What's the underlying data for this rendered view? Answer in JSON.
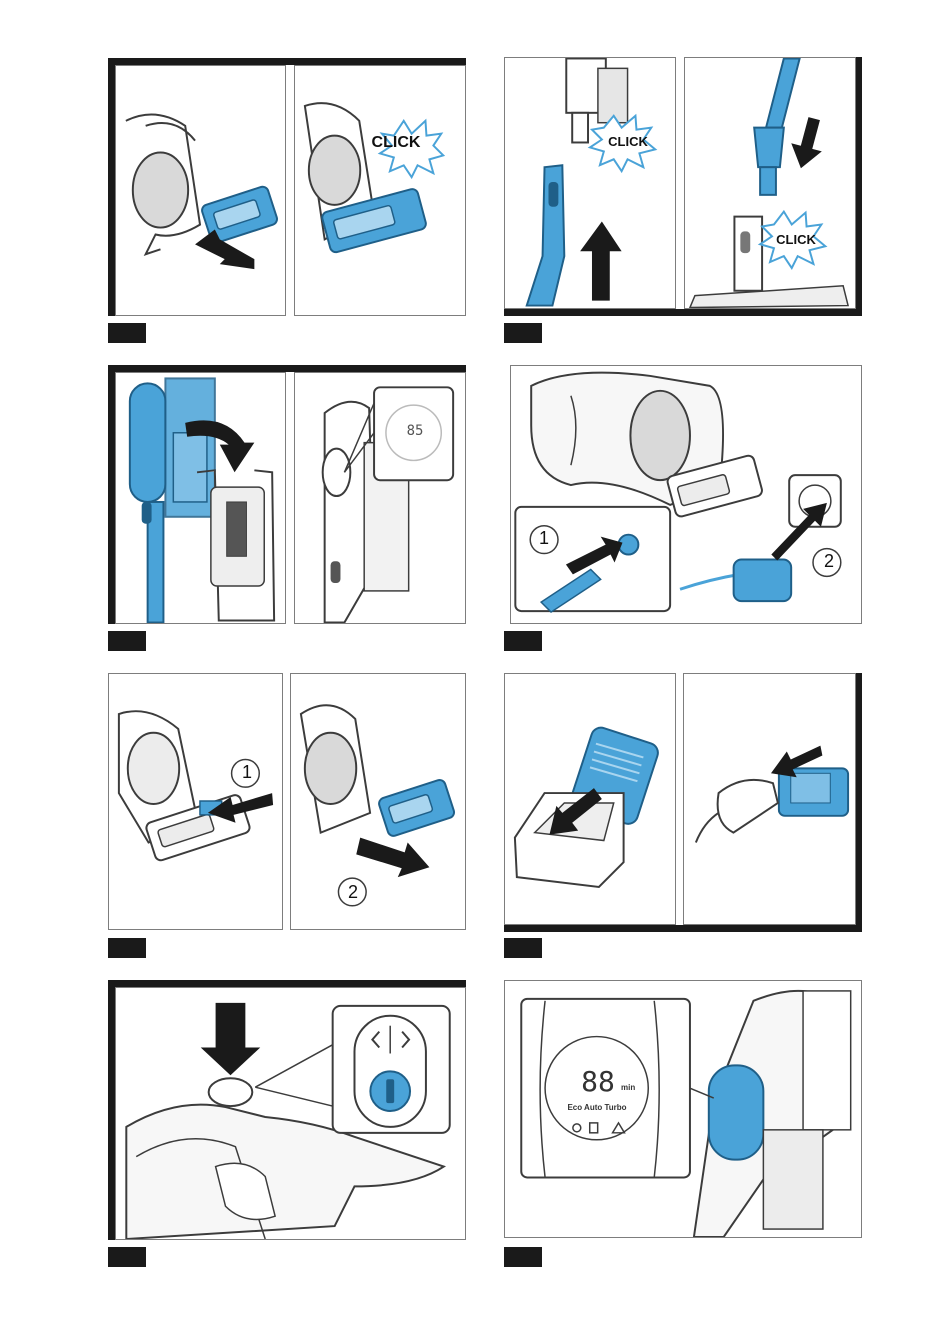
{
  "labels": {
    "click": "CLICK",
    "step_one": "1",
    "step_two": "2",
    "charge_percent": "85",
    "display_digits": "88",
    "display_unit": "min",
    "modes": "Eco Auto Turbo"
  },
  "colors": {
    "accent_blue": "#4aa3d8",
    "light_blue": "#a9d5ef",
    "line": "#3c3c3c",
    "frame": "#1a1a1a"
  },
  "icons": [
    "click-burst-icon",
    "push-arrow-icon",
    "power-button-icon",
    "wall-socket-icon",
    "charger-plug-icon",
    "charging-dock-icon"
  ]
}
